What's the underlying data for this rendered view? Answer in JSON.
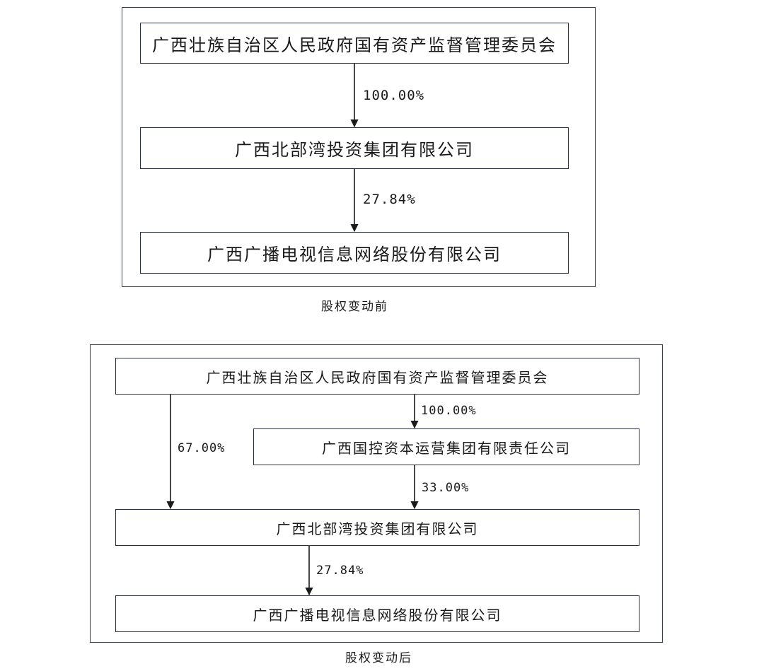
{
  "before": {
    "sasac": "广西壮族自治区人民政府国有资产监督管理委员会",
    "beibuwan": "广西北部湾投资集团有限公司",
    "guangxi_gd": "广西广播电视信息网络股份有限公司",
    "pct_sasac_to_beibuwan": "100.00%",
    "pct_beibuwan_to_gd": "27.84%",
    "caption": "股权变动前"
  },
  "after": {
    "sasac": "广西壮族自治区人民政府国有资产监督管理委员会",
    "guokong": "广西国控资本运营集团有限责任公司",
    "beibuwan": "广西北部湾投资集团有限公司",
    "guangxi_gd": "广西广播电视信息网络股份有限公司",
    "pct_sasac_to_beibuwan": "67.00%",
    "pct_sasac_to_guokong": "100.00%",
    "pct_guokong_to_beibuwan": "33.00%",
    "pct_beibuwan_to_gd": "27.84%",
    "caption": "股权变动后"
  },
  "colors": {
    "line": "#1a1a1a",
    "border": "#2c3140"
  }
}
